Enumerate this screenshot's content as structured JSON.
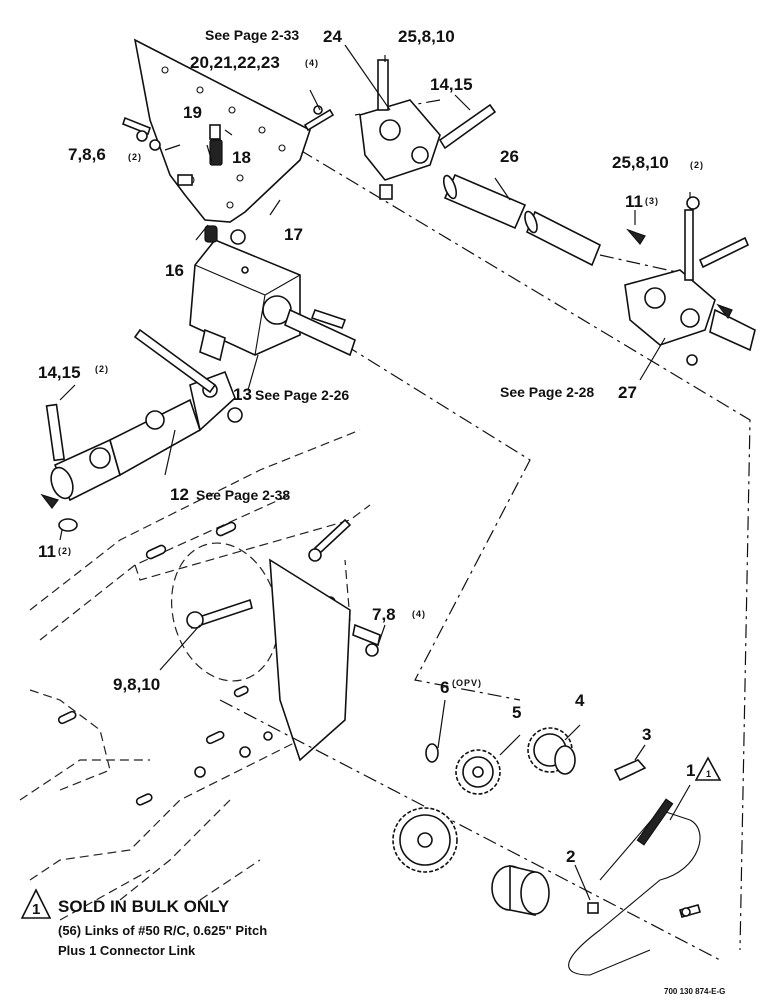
{
  "callouts": {
    "see_page_2_33": "See Page 2-33",
    "c24": "24",
    "c20_23": "20,21,22,23",
    "c20_23_qty": "(4)",
    "c25_8_10_top": "25,8,10",
    "c14_15_top": "14,15",
    "c19": "19",
    "c18": "18",
    "c7_8_6": "7,8,6",
    "c7_8_6_qty": "(2)",
    "c26": "26",
    "c25_8_10_right": "25,8,10",
    "c25_8_10_right_qty": "(2)",
    "c11_right": "11",
    "c11_right_qty": "(3)",
    "c17": "17",
    "c16": "16",
    "c13": "13",
    "see_page_2_26": "See Page 2-26",
    "see_page_2_28": "See Page 2-28",
    "c27": "27",
    "c14_15_left": "14,15",
    "c14_15_left_qty": "(2)",
    "c12": "12",
    "see_page_2_38": "See Page 2-38",
    "c11_left": "11",
    "c11_left_qty": "(2)",
    "c7_8_bottom": "7,8",
    "c7_8_bottom_qty": "(4)",
    "c9_8_10": "9,8,10",
    "c6": "6",
    "c6_sup": "(OPV)",
    "c5": "5",
    "c4": "4",
    "c3": "3",
    "c1": "1",
    "c1_flag": "1",
    "c2": "2"
  },
  "note": {
    "flag": "1",
    "title": "SOLD IN BULK ONLY",
    "line1": "(56) Links of #50 R/C, 0.625\" Pitch",
    "line2": "Plus 1 Connector Link"
  },
  "drawing_code": "700 130 874-E-G"
}
